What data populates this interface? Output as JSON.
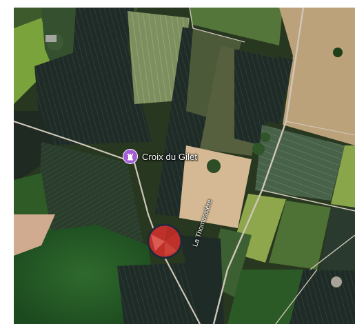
{
  "map": {
    "type": "satellite",
    "poi": {
      "label": "Croix du Gilet",
      "icon": "monument-icon",
      "icon_color": "#a55dd6"
    },
    "road_label": "La Thomassière",
    "marker": {
      "icon": "location-cone-icon",
      "fill_color": "#c0302a",
      "border_color": "#1e2a3a"
    }
  }
}
